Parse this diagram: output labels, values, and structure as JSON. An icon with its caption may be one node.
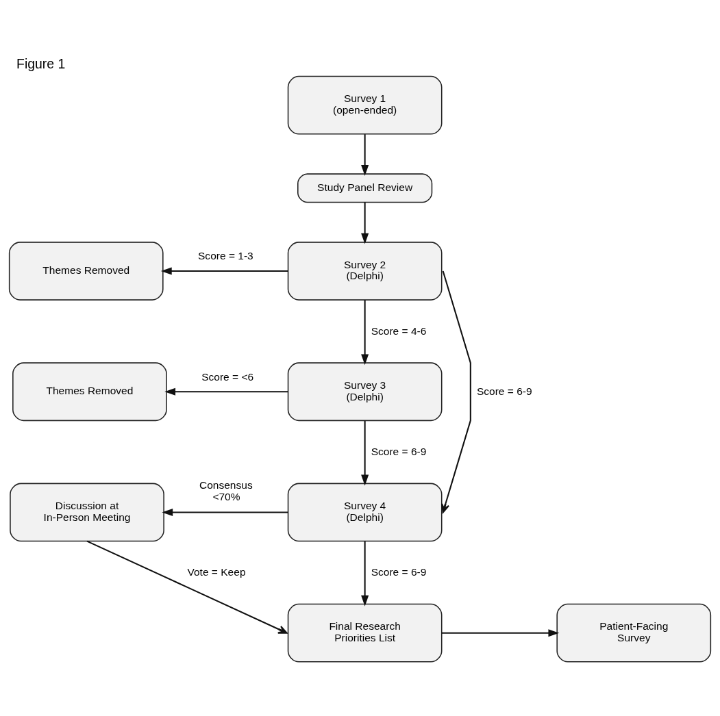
{
  "diagram": {
    "title": "Figure 1",
    "nodes": [
      {
        "text": [
          "Survey 1 (open-ended)"
        ]
      },
      {
        "text": [
          "Study Panel Review"
        ]
      },
      {
        "text": [
          "Themes Removed"
        ]
      },
      {
        "text": [
          "Survey 2 (Delphi)"
        ]
      },
      {
        "text": [
          "Themes Removed"
        ]
      },
      {
        "text": [
          "Survey 3 (Delphi)"
        ]
      },
      {
        "text": [
          "Discussion at In-Person Meeting"
        ]
      },
      {
        "text": [
          "Survey 4 (Delphi)"
        ]
      },
      {
        "text": [
          "Final Research Priorities List"
        ]
      },
      {
        "text": [
          "Patient-Facing Survey"
        ]
      }
    ],
    "edges": [
      {
        "from": 0,
        "to": 1,
        "arrow": "to"
      },
      {
        "from": 1,
        "to": 3,
        "arrow": "to"
      },
      {
        "from": 3,
        "to": 2,
        "arrow": "to",
        "label": "Score = 1-3"
      },
      {
        "from": 3,
        "to": 5,
        "arrow": "to",
        "label": "Score = 4-6"
      },
      {
        "from": 3,
        "to": 7,
        "arrow": "to",
        "label": "Score = 6-9"
      },
      {
        "from": 5,
        "to": 4,
        "arrow": "to",
        "label": "Score = <6"
      },
      {
        "from": 5,
        "to": 7,
        "arrow": "to",
        "label": "Score = 6-9"
      },
      {
        "from": 7,
        "to": 6,
        "arrow": "to",
        "label": "Consensus <70%"
      },
      {
        "from": 7,
        "to": 8,
        "arrow": "to",
        "label": "Score = 6-9"
      },
      {
        "from": 6,
        "to": 8,
        "arrow": "to",
        "label": "Vote = Keep"
      },
      {
        "from": 8,
        "to": 9,
        "arrow": "to"
      }
    ]
  }
}
